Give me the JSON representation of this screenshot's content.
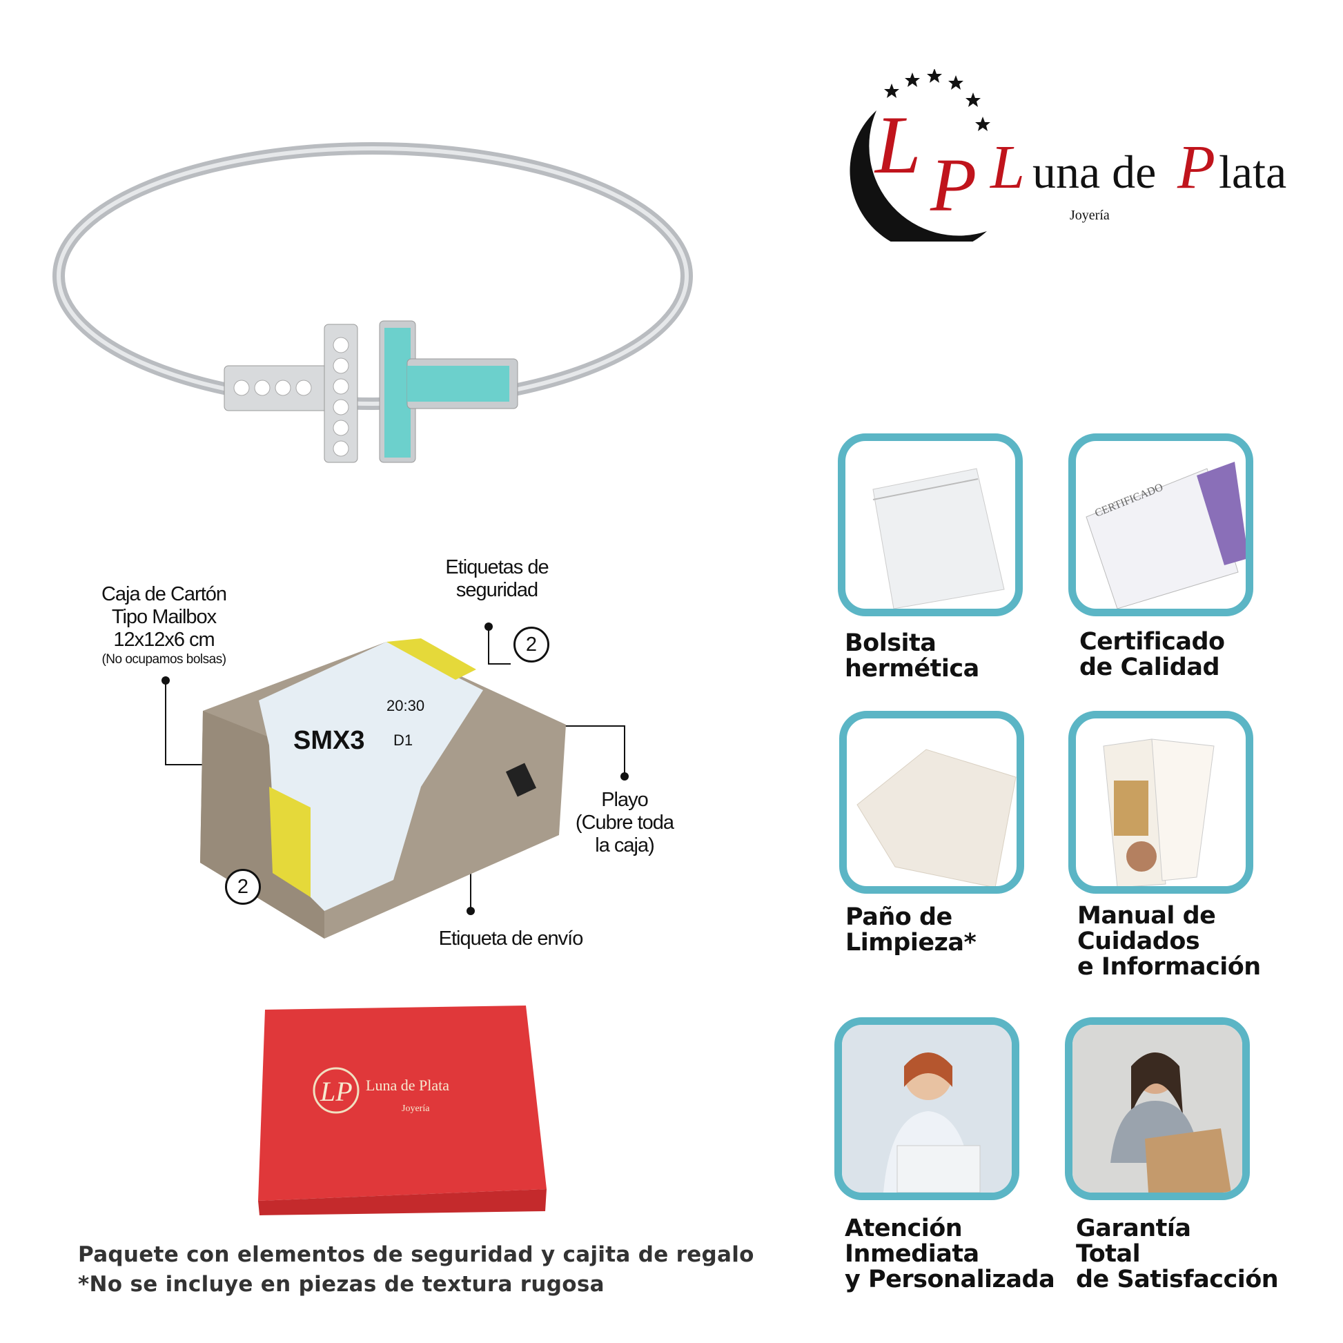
{
  "brand": {
    "name": "Luna de Plata",
    "subtitle": "Joyería",
    "monogram": "LP"
  },
  "colors": {
    "teal": "#5bb5c5",
    "brand_red": "#c0141c",
    "gift_box": "#e0383a"
  },
  "package": {
    "box_label": [
      "Caja de Cartón",
      "Tipo Mailbox",
      "12x12x6 cm"
    ],
    "box_note": "(No ocupamos bolsas)",
    "security_label": [
      "Etiquetas de",
      "seguridad"
    ],
    "wrap_label": [
      "Playo",
      "(Cubre toda",
      "la caja)"
    ],
    "shipping_label": "Etiqueta de envío",
    "security_count": "2",
    "shipping_tag": {
      "code": "SMX3",
      "time": "20:30",
      "route": "D1"
    }
  },
  "items": [
    {
      "lines": [
        "Bolsita",
        "hermética"
      ]
    },
    {
      "lines": [
        "Certificado",
        "de Calidad"
      ],
      "card_text": "CERTIFICADO"
    },
    {
      "lines": [
        "Paño de",
        "Limpieza*"
      ]
    },
    {
      "lines": [
        "Manual de",
        "Cuidados",
        "e Información"
      ]
    },
    {
      "lines": [
        "Atención",
        "Inmediata",
        "y Personalizada"
      ]
    },
    {
      "lines": [
        "Garantía",
        "Total",
        "de Satisfacción"
      ]
    }
  ],
  "footer": {
    "line1": "Paquete con elementos de seguridad y cajita de regalo",
    "line2": "*No se incluye en piezas de textura rugosa"
  }
}
